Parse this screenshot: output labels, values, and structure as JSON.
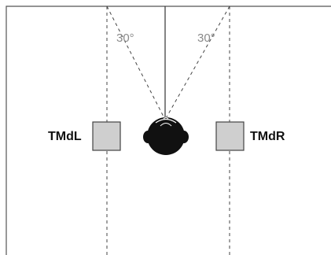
{
  "diagram": {
    "angles": {
      "left": "30°",
      "right": "30°"
    },
    "speakers": {
      "left": {
        "label": "TMdL",
        "fill": "#cfcfcf"
      },
      "right": {
        "label": "TMdR",
        "fill": "#cfcfcf"
      }
    },
    "colors": {
      "background": "#ffffff",
      "lines": "#444444",
      "head": "#111111",
      "angle_text": "#8a8a8a"
    }
  }
}
